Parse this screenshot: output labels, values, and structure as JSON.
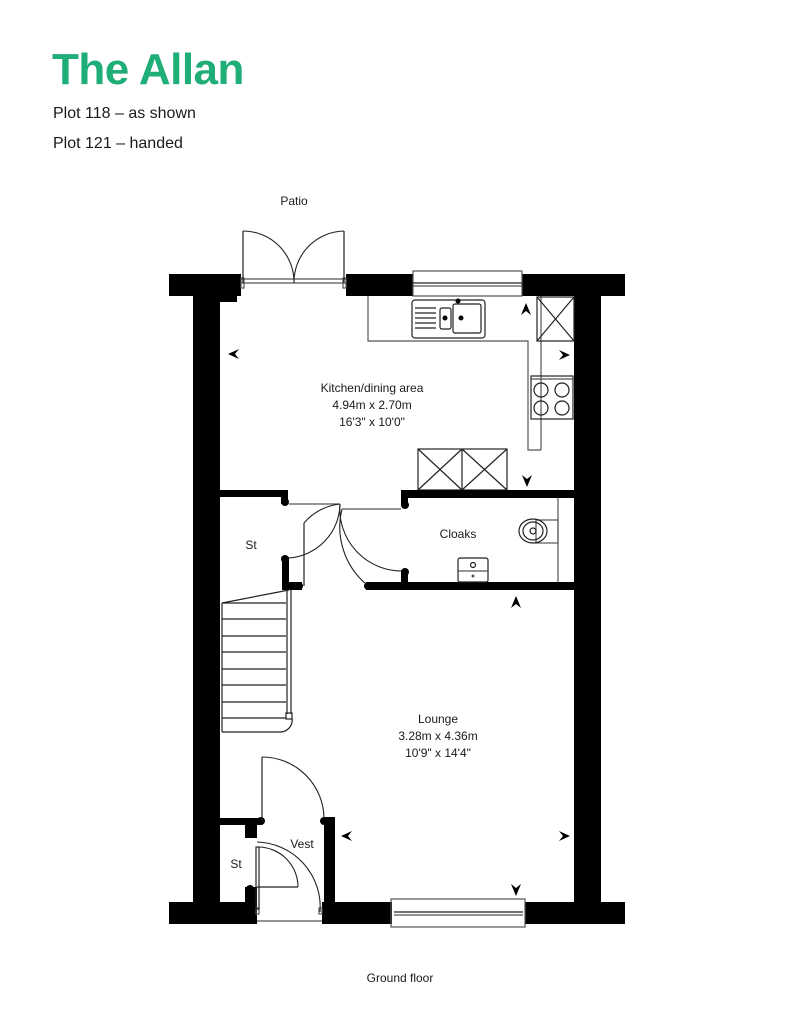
{
  "header": {
    "title": "The Allan",
    "plots": [
      "Plot 118 – as shown",
      "Plot 121 – handed"
    ]
  },
  "colors": {
    "brand": "#1fae77",
    "wall": "#000000",
    "line": "#555555"
  },
  "floor_plan": {
    "floor_label": "Ground floor",
    "exterior_label": "Patio",
    "rooms": [
      {
        "name": "Kitchen/dining area",
        "metric": "4.94m x 2.70m",
        "imperial": "16'3\" x 10'0\""
      },
      {
        "name": "Cloaks"
      },
      {
        "name": "St"
      },
      {
        "name": "Lounge",
        "metric": "3.28m x 4.36m",
        "imperial": "10'9\" x 14'4\""
      },
      {
        "name": "Vest"
      },
      {
        "name": "St"
      }
    ]
  }
}
